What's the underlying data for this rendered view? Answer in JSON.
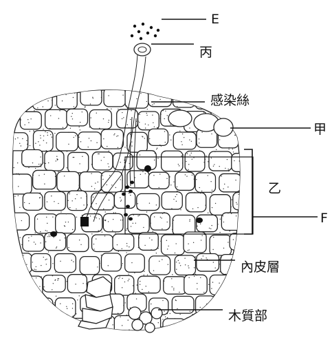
{
  "labels": {
    "E": "E",
    "bing": "丙",
    "infection_thread": "感染絲",
    "jia": "甲",
    "yi": "乙",
    "F": "F",
    "endodermis": "內皮層",
    "xylem": "木質部"
  }
}
